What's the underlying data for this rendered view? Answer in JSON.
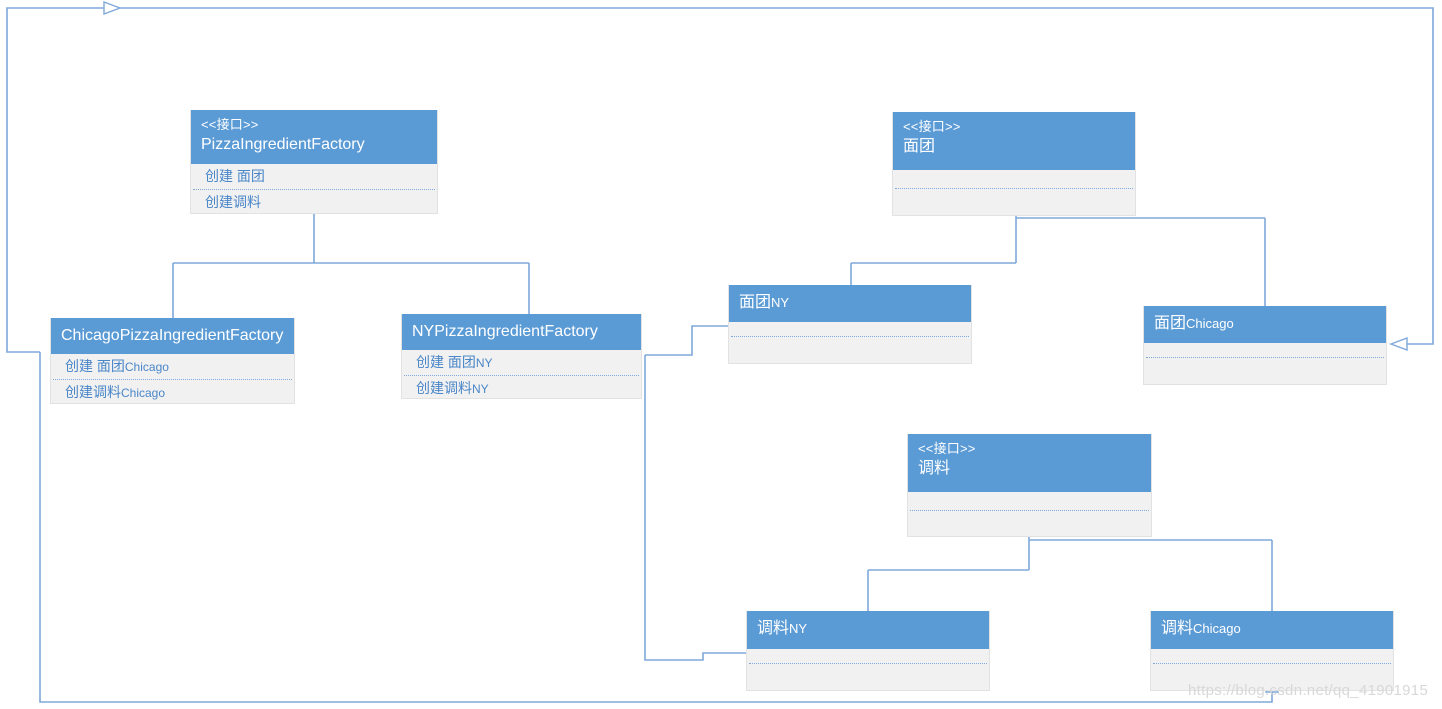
{
  "diagram": {
    "type": "uml-class-diagram",
    "accent": "#5b9bd5",
    "body_fill": "#f1f1f1",
    "line_color": "#7fa9da",
    "text_on_accent": "#ffffff",
    "member_text": "#4a86c8",
    "stereotype": "<<接口>>",
    "watermark": "https://blog.csdn.net/qq_41901915"
  },
  "classes": {
    "pizza_ingredient_factory": {
      "stereotype": "<<接口>>",
      "name": "PizzaIngredientFactory",
      "members": [
        "创建 面团",
        "创建调料"
      ]
    },
    "chicago_factory": {
      "name": "ChicagoPizzaIngredientFactory",
      "members": [
        {
          "text": "创建 面团",
          "suffix": "Chicago"
        },
        {
          "text": "创建调料",
          "suffix": "Chicago"
        }
      ]
    },
    "ny_factory": {
      "name": "NYPizzaIngredientFactory",
      "members": [
        {
          "text": "创建 面团",
          "suffix": "NY"
        },
        {
          "text": "创建调料",
          "suffix": "NY"
        }
      ]
    },
    "dough_interface": {
      "stereotype": "<<接口>>",
      "name": "面团",
      "members": []
    },
    "dough_ny": {
      "name": "面团",
      "suffix": "NY",
      "members": []
    },
    "dough_chicago": {
      "name": "面团",
      "suffix": "Chicago",
      "members": []
    },
    "sauce_interface": {
      "stereotype": "<<接口>>",
      "name": "调料",
      "members": []
    },
    "sauce_ny": {
      "name": "调料",
      "suffix": "NY",
      "members": []
    },
    "sauce_chicago": {
      "name": "调料",
      "suffix": "Chicago",
      "members": []
    }
  },
  "relations": [
    {
      "from": "chicago_factory",
      "to": "dough_chicago",
      "kind": "dependency"
    },
    {
      "from": "chicago_factory",
      "to": "sauce_chicago",
      "kind": "dependency"
    },
    {
      "from": "ny_factory",
      "to": "dough_ny",
      "kind": "dependency"
    },
    {
      "from": "ny_factory",
      "to": "sauce_ny",
      "kind": "dependency"
    },
    {
      "from": "chicago_factory",
      "to": "pizza_ingredient_factory",
      "kind": "generalization"
    },
    {
      "from": "ny_factory",
      "to": "pizza_ingredient_factory",
      "kind": "generalization"
    },
    {
      "from": "dough_ny",
      "to": "dough_interface",
      "kind": "generalization"
    },
    {
      "from": "dough_chicago",
      "to": "dough_interface",
      "kind": "generalization"
    },
    {
      "from": "sauce_ny",
      "to": "sauce_interface",
      "kind": "generalization"
    },
    {
      "from": "sauce_chicago",
      "to": "sauce_interface",
      "kind": "generalization"
    }
  ]
}
